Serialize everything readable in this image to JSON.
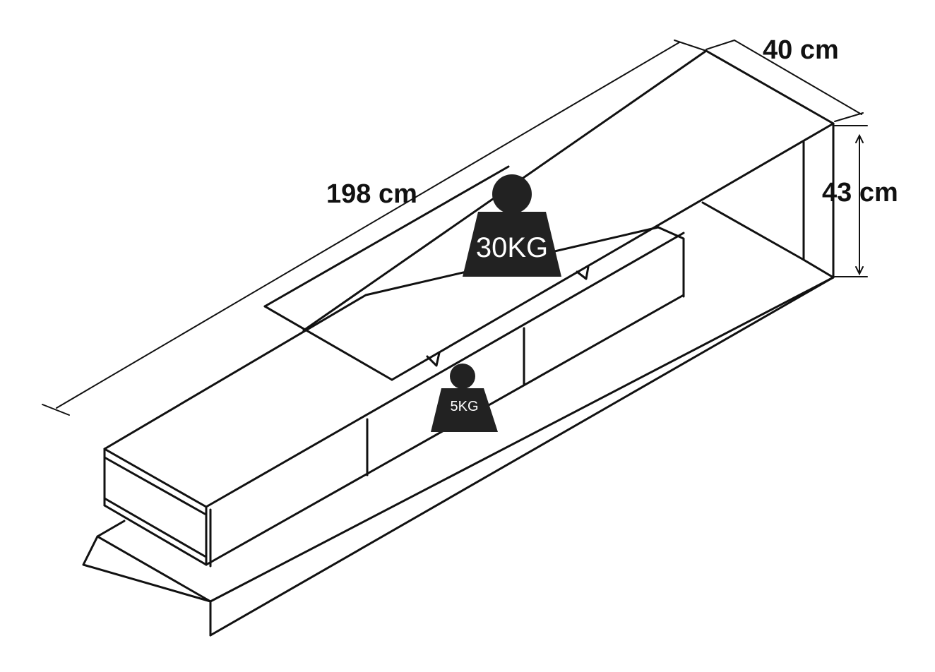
{
  "dimensions": {
    "length": "198 cm",
    "depth": "40 cm",
    "height": "43 cm"
  },
  "loads": {
    "top": "30KG",
    "drawer": "5KG"
  },
  "colors": {
    "line": "#111111",
    "weight_fill": "#222222",
    "background": "#ffffff"
  }
}
